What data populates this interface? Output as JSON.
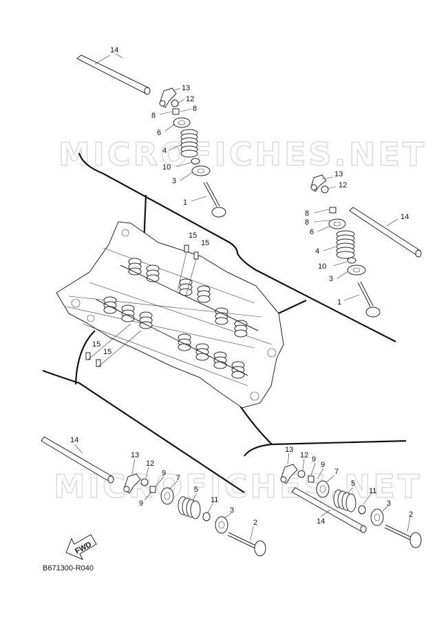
{
  "watermark": "MICROFICHES.NET",
  "diagram_code": "B671300-R040",
  "fwd_label": "FWD",
  "callouts": {
    "a14": "14",
    "a13": "13",
    "a12": "12",
    "a8a": "8",
    "a8b": "8",
    "a6": "6",
    "a4": "4",
    "a10": "10",
    "a3": "3",
    "a1": "1",
    "b13": "13",
    "b12": "12",
    "b8a": "8",
    "b8b": "8",
    "b14": "14",
    "b6": "6",
    "b4": "4",
    "b10": "10",
    "b3": "3",
    "b1": "1",
    "h15a": "15",
    "h15b": "15",
    "h15c": "15",
    "h15d": "15",
    "c14": "14",
    "c13": "13",
    "c12": "12",
    "c9a": "9",
    "c9b": "9",
    "c7": "7",
    "c5": "5",
    "c11": "11",
    "c3": "3",
    "c2": "2",
    "d13": "13",
    "d12": "12",
    "d9a": "9",
    "d9b": "9",
    "d7": "7",
    "d5": "5",
    "d11": "11",
    "d3": "3",
    "d2": "2",
    "d14": "14"
  }
}
